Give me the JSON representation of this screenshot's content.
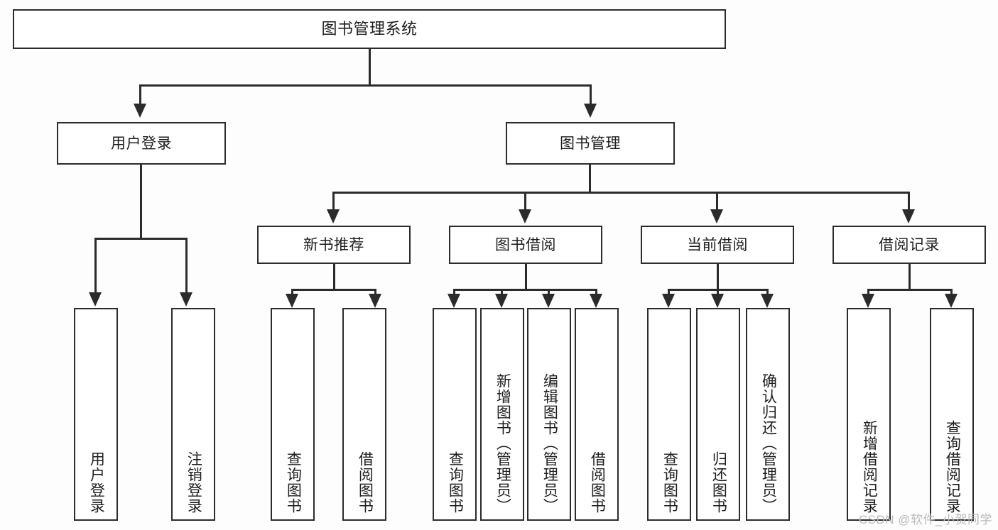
{
  "diagram": {
    "title": "图书管理系统",
    "type": "tree-hierarchy-chart",
    "root": {
      "label": "图书管理系统"
    },
    "level2": [
      {
        "label": "用户登录"
      },
      {
        "label": "图书管理"
      }
    ],
    "level3": [
      {
        "label": "新书推荐"
      },
      {
        "label": "图书借阅"
      },
      {
        "label": "当前借阅"
      },
      {
        "label": "借阅记录"
      }
    ],
    "leaves": {
      "user_login": [
        {
          "label": "用户登录"
        },
        {
          "label": "注销登录"
        }
      ],
      "new_book_recommend": [
        {
          "label": "查询图书"
        },
        {
          "label": "借阅图书"
        }
      ],
      "book_borrow": [
        {
          "label": "查询图书"
        },
        {
          "label": "新增图书（管理员）"
        },
        {
          "label": "编辑图书（管理员）"
        },
        {
          "label": "借阅图书"
        }
      ],
      "current_borrow": [
        {
          "label": "查询图书"
        },
        {
          "label": "归还图书"
        },
        {
          "label": "确认归还（管理员）"
        }
      ],
      "borrow_record": [
        {
          "label": "新增借阅记录"
        },
        {
          "label": "查询借阅记录"
        }
      ]
    }
  },
  "watermark": {
    "text": "CSDN @软件_小贺同学"
  },
  "colors": {
    "line": "#2b2b2b",
    "box_fill": "#ffffff",
    "text": "#1d1d1d",
    "background": "#fdfdfd",
    "watermark": "#b9b9b9"
  }
}
